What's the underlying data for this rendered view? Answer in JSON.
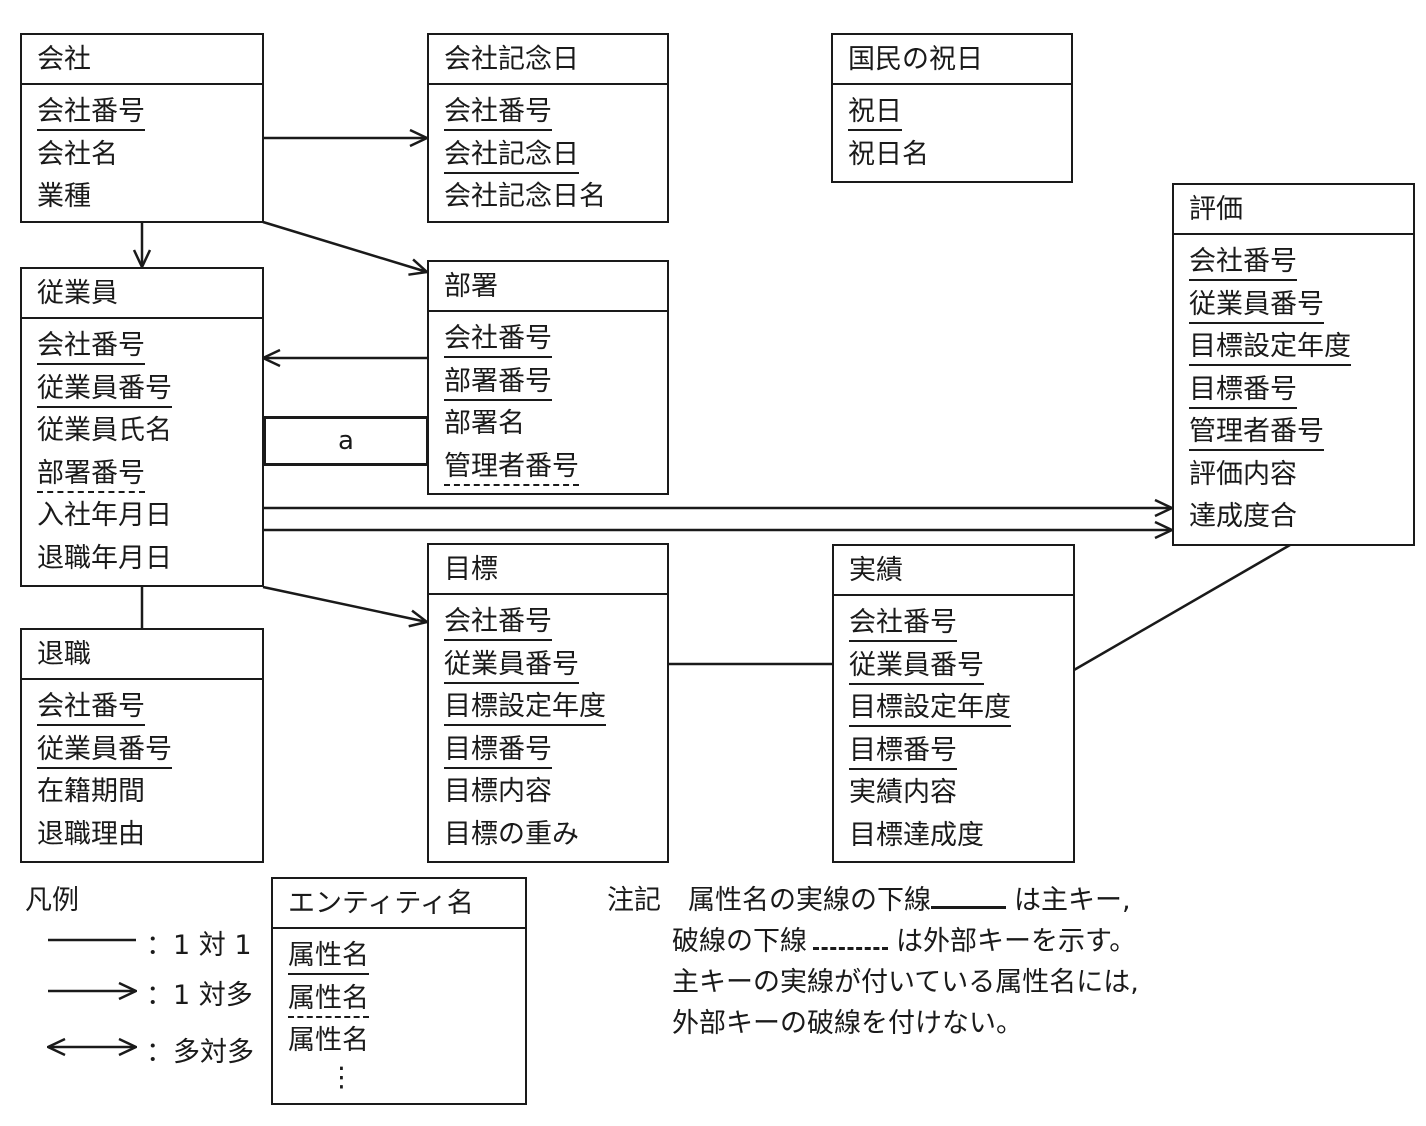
{
  "entities": {
    "company": {
      "title": "会社",
      "attrs": [
        {
          "label": "会社番号",
          "key": "pk"
        },
        {
          "label": "会社名",
          "key": "none"
        },
        {
          "label": "業種",
          "key": "none"
        }
      ]
    },
    "anniversary": {
      "title": "会社記念日",
      "attrs": [
        {
          "label": "会社番号",
          "key": "pk"
        },
        {
          "label": "会社記念日",
          "key": "pk"
        },
        {
          "label": "会社記念日名",
          "key": "none"
        }
      ]
    },
    "holiday": {
      "title": "国民の祝日",
      "attrs": [
        {
          "label": "祝日",
          "key": "pk"
        },
        {
          "label": "祝日名",
          "key": "none"
        }
      ]
    },
    "employee": {
      "title": "従業員",
      "attrs": [
        {
          "label": "会社番号",
          "key": "pk"
        },
        {
          "label": "従業員番号",
          "key": "pk"
        },
        {
          "label": "従業員氏名",
          "key": "none"
        },
        {
          "label": "部署番号",
          "key": "fk"
        },
        {
          "label": "入社年月日",
          "key": "none"
        },
        {
          "label": "退職年月日",
          "key": "none"
        }
      ]
    },
    "department": {
      "title": "部署",
      "attrs": [
        {
          "label": "会社番号",
          "key": "pk"
        },
        {
          "label": "部署番号",
          "key": "pk"
        },
        {
          "label": "部署名",
          "key": "none"
        },
        {
          "label": "管理者番号",
          "key": "fk"
        }
      ]
    },
    "evaluation": {
      "title": "評価",
      "attrs": [
        {
          "label": "会社番号",
          "key": "pk"
        },
        {
          "label": "従業員番号",
          "key": "pk"
        },
        {
          "label": "目標設定年度",
          "key": "pk"
        },
        {
          "label": "目標番号",
          "key": "pk"
        },
        {
          "label": "管理者番号",
          "key": "pk"
        },
        {
          "label": "評価内容",
          "key": "none"
        },
        {
          "label": "達成度合",
          "key": "none"
        }
      ]
    },
    "retirement": {
      "title": "退職",
      "attrs": [
        {
          "label": "会社番号",
          "key": "pk"
        },
        {
          "label": "従業員番号",
          "key": "pk"
        },
        {
          "label": "在籍期間",
          "key": "none"
        },
        {
          "label": "退職理由",
          "key": "none"
        }
      ]
    },
    "goal": {
      "title": "目標",
      "attrs": [
        {
          "label": "会社番号",
          "key": "pk"
        },
        {
          "label": "従業員番号",
          "key": "pk"
        },
        {
          "label": "目標設定年度",
          "key": "pk"
        },
        {
          "label": "目標番号",
          "key": "pk"
        },
        {
          "label": "目標内容",
          "key": "none"
        },
        {
          "label": "目標の重み",
          "key": "none"
        }
      ]
    },
    "result": {
      "title": "実績",
      "attrs": [
        {
          "label": "会社番号",
          "key": "pk"
        },
        {
          "label": "従業員番号",
          "key": "pk"
        },
        {
          "label": "目標設定年度",
          "key": "pk"
        },
        {
          "label": "目標番号",
          "key": "pk"
        },
        {
          "label": "実績内容",
          "key": "none"
        },
        {
          "label": "目標達成度",
          "key": "none"
        }
      ]
    },
    "legend_entity": {
      "title": "エンティティ名",
      "attrs": [
        {
          "label": "属性名",
          "key": "pk"
        },
        {
          "label": "属性名",
          "key": "fk"
        },
        {
          "label": "属性名",
          "key": "none"
        }
      ],
      "ellipsis": "⋮"
    }
  },
  "relation_label": "a",
  "legend": {
    "title": "凡例",
    "one_to_one": "：1 対 1",
    "one_to_many": "：1 対多",
    "many_to_many": "：多対多"
  },
  "note": {
    "line1_a": "注記　属性名の実線の下線",
    "line1_b": "は主キー,",
    "line2_a": "破線の下線",
    "line2_b": "は外部キーを示す。",
    "line3": "主キーの実線が付いている属性名には,",
    "line4": "外部キーの破線を付けない。"
  }
}
